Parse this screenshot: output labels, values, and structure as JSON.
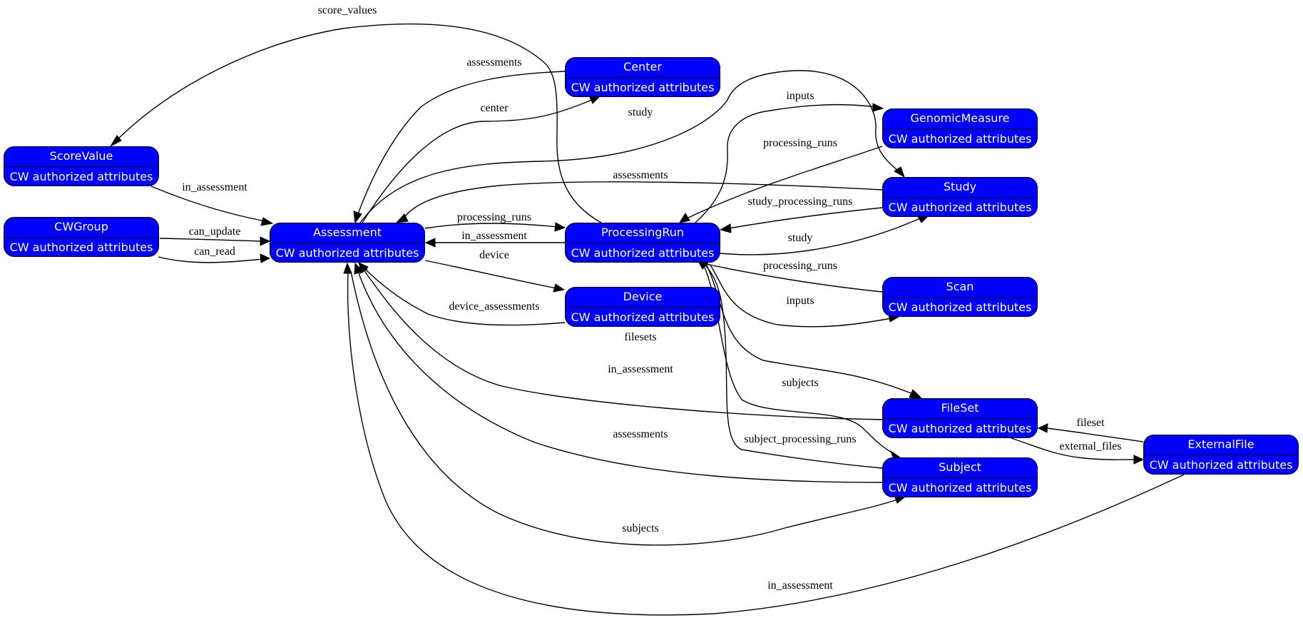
{
  "diagram": {
    "type": "entity-relationship schema graph",
    "node_fill": "#0000ff",
    "node_text_color": "#ffffff",
    "edge_color": "#000000",
    "nodes": [
      {
        "id": "ScoreValue",
        "title": "ScoreValue",
        "attrs": "CW authorized attributes"
      },
      {
        "id": "CWGroup",
        "title": "CWGroup",
        "attrs": "CW authorized attributes"
      },
      {
        "id": "Assessment",
        "title": "Assessment",
        "attrs": "CW authorized attributes"
      },
      {
        "id": "Center",
        "title": "Center",
        "attrs": "CW authorized attributes"
      },
      {
        "id": "ProcessingRun",
        "title": "ProcessingRun",
        "attrs": "CW authorized attributes"
      },
      {
        "id": "Device",
        "title": "Device",
        "attrs": "CW authorized attributes"
      },
      {
        "id": "GenomicMeasure",
        "title": "GenomicMeasure",
        "attrs": "CW authorized attributes"
      },
      {
        "id": "Study",
        "title": "Study",
        "attrs": "CW authorized attributes"
      },
      {
        "id": "Scan",
        "title": "Scan",
        "attrs": "CW authorized attributes"
      },
      {
        "id": "FileSet",
        "title": "FileSet",
        "attrs": "CW authorized attributes"
      },
      {
        "id": "Subject",
        "title": "Subject",
        "attrs": "CW authorized attributes"
      },
      {
        "id": "ExternalFile",
        "title": "ExternalFile",
        "attrs": "CW authorized attributes"
      }
    ],
    "edges": [
      {
        "from": "ProcessingRun",
        "to": "ScoreValue",
        "label": "score_values"
      },
      {
        "from": "Center",
        "to": "Assessment",
        "label": "assessments"
      },
      {
        "from": "Assessment",
        "to": "Center",
        "label": "center"
      },
      {
        "from": "Assessment",
        "to": "Study",
        "label": "study"
      },
      {
        "from": "ProcessingRun",
        "to": "GenomicMeasure",
        "label": "inputs"
      },
      {
        "from": "GenomicMeasure",
        "to": "ProcessingRun",
        "label": "processing_runs"
      },
      {
        "from": "Study",
        "to": "Assessment",
        "label": "assessments"
      },
      {
        "from": "Study",
        "to": "ProcessingRun",
        "label": "study_processing_runs"
      },
      {
        "from": "ScoreValue",
        "to": "Assessment",
        "label": "in_assessment"
      },
      {
        "from": "CWGroup",
        "to": "Assessment",
        "label": "can_update"
      },
      {
        "from": "CWGroup",
        "to": "Assessment",
        "label": "can_read"
      },
      {
        "from": "Assessment",
        "to": "ProcessingRun",
        "label": "processing_runs"
      },
      {
        "from": "ProcessingRun",
        "to": "Assessment",
        "label": "in_assessment"
      },
      {
        "from": "Assessment",
        "to": "Device",
        "label": "device"
      },
      {
        "from": "ProcessingRun",
        "to": "Study",
        "label": "study"
      },
      {
        "from": "Scan",
        "to": "ProcessingRun",
        "label": "processing_runs"
      },
      {
        "from": "ProcessingRun",
        "to": "Scan",
        "label": "inputs"
      },
      {
        "from": "Device",
        "to": "Assessment",
        "label": "device_assessments"
      },
      {
        "from": "ProcessingRun",
        "to": "FileSet",
        "label": "filesets"
      },
      {
        "from": "FileSet",
        "to": "Assessment",
        "label": "in_assessment"
      },
      {
        "from": "ProcessingRun",
        "to": "Subject",
        "label": "subjects"
      },
      {
        "from": "ExternalFile",
        "to": "FileSet",
        "label": "fileset"
      },
      {
        "from": "FileSet",
        "to": "ExternalFile",
        "label": "external_files"
      },
      {
        "from": "Subject",
        "to": "Assessment",
        "label": "assessments"
      },
      {
        "from": "Subject",
        "to": "ProcessingRun",
        "label": "subject_processing_runs"
      },
      {
        "from": "Assessment",
        "to": "Subject",
        "label": "subjects"
      },
      {
        "from": "ExternalFile",
        "to": "Assessment",
        "label": "in_assessment"
      }
    ]
  }
}
